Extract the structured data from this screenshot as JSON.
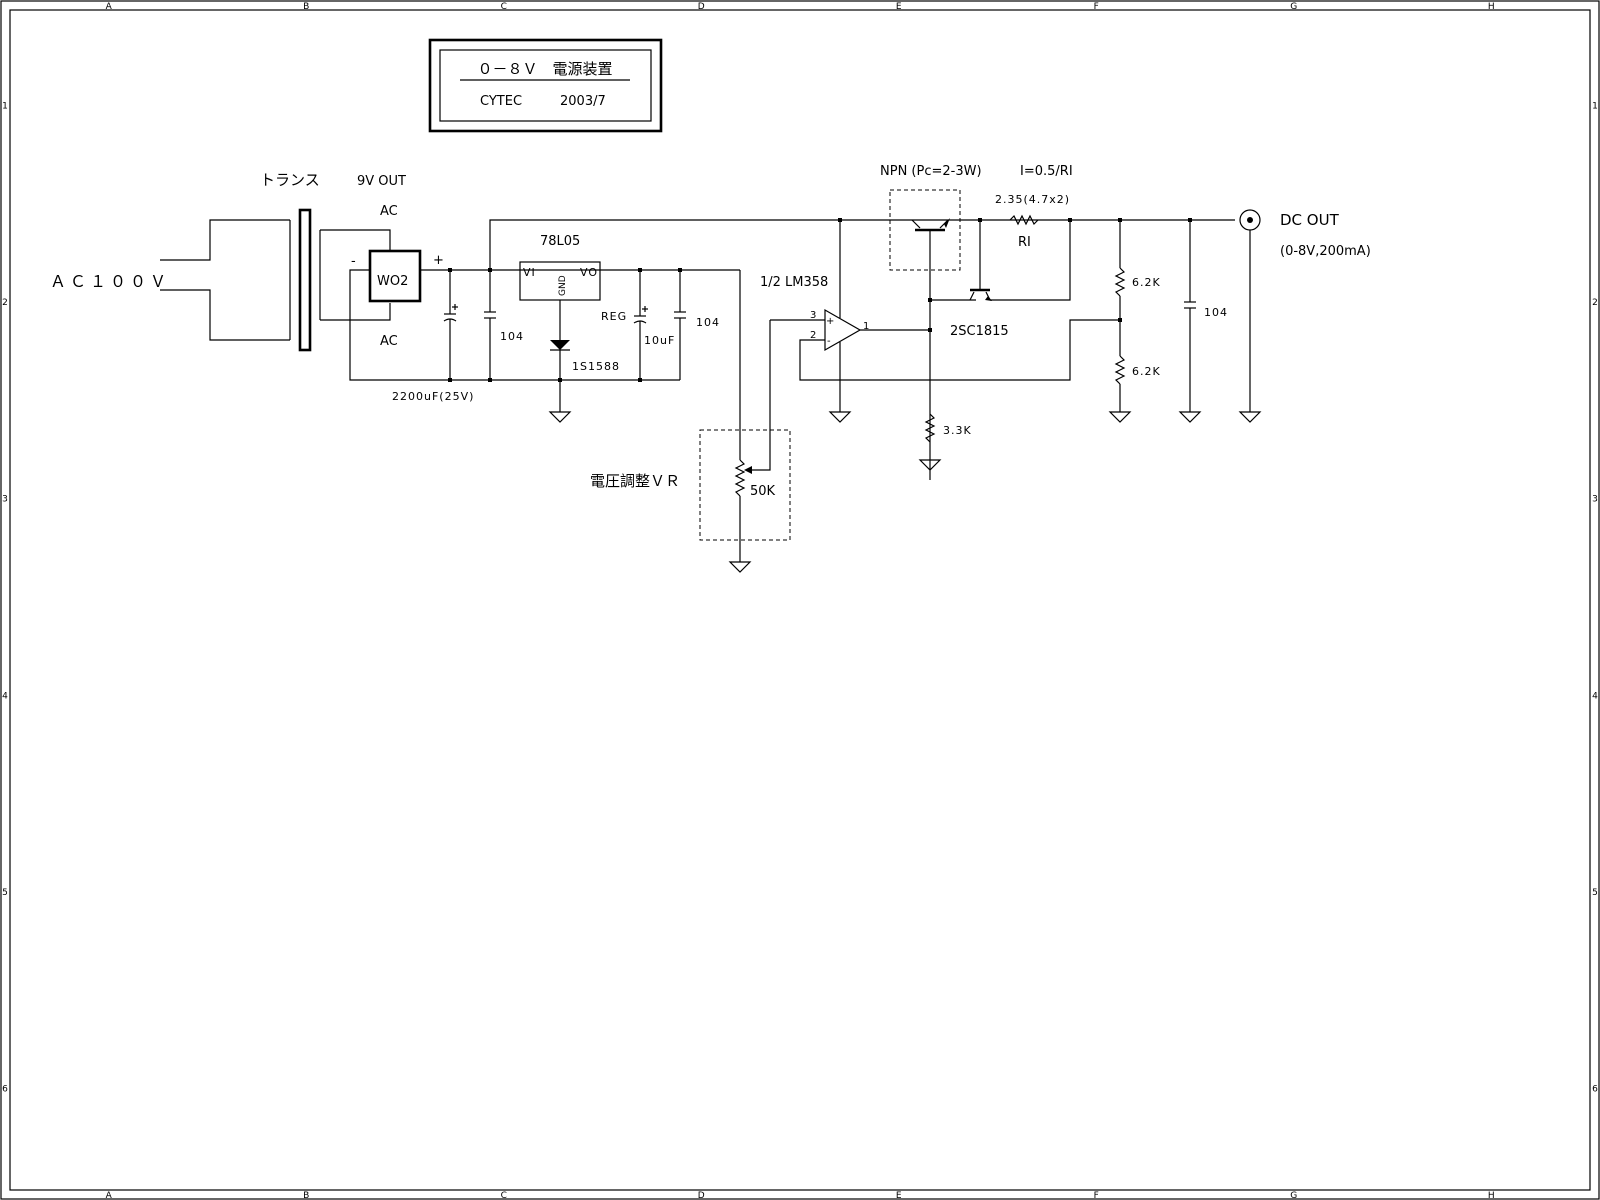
{
  "sheet": {
    "col_labels": [
      "A",
      "B",
      "C",
      "D",
      "E",
      "F",
      "G",
      "H"
    ],
    "row_labels": [
      "1",
      "2",
      "3",
      "4",
      "5",
      "6"
    ]
  },
  "title_block": {
    "title": "０－８Ｖ　電源装置",
    "company": "CYTEC",
    "date": "2003/7"
  },
  "labels": {
    "ac_input": "ＡＣ１００Ｖ",
    "transformer": "トランス",
    "trans_out": "9V OUT",
    "ac_top": "AC",
    "ac_bottom": "AC",
    "bridge": "WO2",
    "minus": "-",
    "plus": "+",
    "c1_value": "2200uF(25V)",
    "c2_value": "104",
    "regulator": "78L05",
    "reg_vi": "VI",
    "reg_vo": "VO",
    "reg_gnd": "GND",
    "diode": "1S1588",
    "reg_cap_label": "REG",
    "c3_value": "10uF",
    "c4_value": "104",
    "vr_label": "電圧調整ＶＲ",
    "vr_value": "50K",
    "opamp": "1/2 LM358",
    "pin3": "3",
    "pin2": "2",
    "pin1": "1",
    "opamp_plus": "+",
    "opamp_minus": "-",
    "npn_note": "NPN (Pc=2-3W)",
    "current_formula": "I=0.5/RI",
    "ri_value": "2.35(4.7x2)",
    "ri_name": "RI",
    "q2": "2SC1815",
    "r_emitter": "3.3K",
    "r_div_top": "6.2K",
    "r_div_bottom": "6.2K",
    "c_out": "104",
    "dc_out": "DC OUT",
    "dc_out_spec": "(0-8V,200mA)"
  }
}
